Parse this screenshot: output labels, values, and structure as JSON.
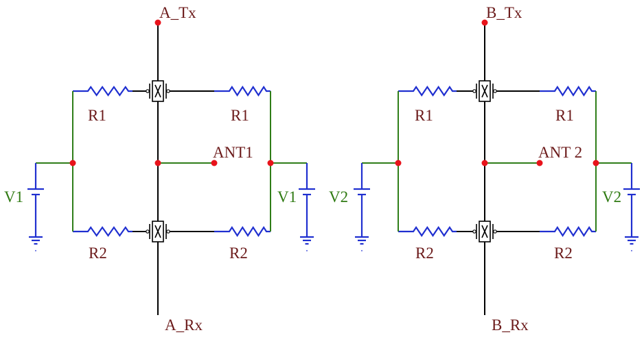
{
  "colors": {
    "signal_wire": "#000000",
    "supply_wire": "#2e7d18",
    "resistor_and_battery": "#1f2fd0",
    "node_dot": "#e8131b",
    "port_label": "#6b1a1a",
    "voltage_label": "#2f7a12"
  },
  "circuit_a": {
    "tx_label": "A_Tx",
    "rx_label": "A_Rx",
    "antenna_label": "ANT1",
    "r_top_left": "R1",
    "r_top_right": "R1",
    "r_bottom_left": "R2",
    "r_bottom_right": "R2",
    "v_left": "V1",
    "v_right": "V1"
  },
  "circuit_b": {
    "tx_label": "B_Tx",
    "rx_label": "B_Rx",
    "antenna_label": "ANT 2",
    "r_top_left": "R1",
    "r_top_right": "R1",
    "r_bottom_left": "R2",
    "r_bottom_right": "R2",
    "v_left": "V2",
    "v_right": "V2"
  },
  "icons": [
    "resistor-icon",
    "battery-icon",
    "ground-icon",
    "pin-diode-switch-icon",
    "node-dot-icon"
  ]
}
